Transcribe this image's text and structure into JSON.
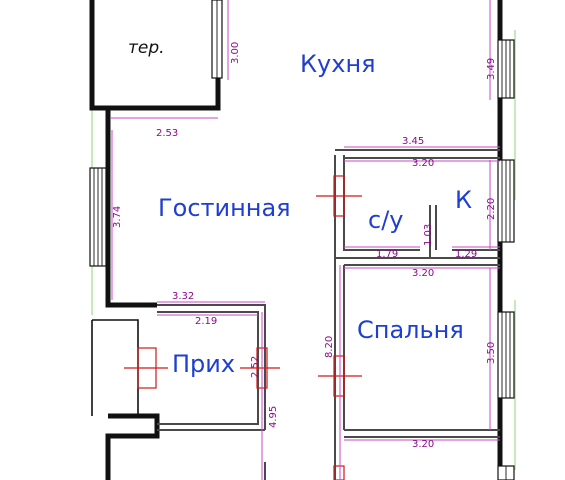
{
  "rooms": {
    "terrace": "тер.",
    "kitchen": "Кухня",
    "living": "Гостинная",
    "bathroom": "с/у",
    "k": "К",
    "hall": "Прих",
    "bedroom": "Спальня"
  },
  "dimensions": {
    "d300": "3.00",
    "d349": "3.49",
    "d253": "2.53",
    "d345": "3.45",
    "d320_bath_top": "3.20",
    "d374": "3.74",
    "d220": "2.20",
    "d103": "1.03",
    "d179": "1.79",
    "d129": "1.29",
    "d320_bed_top": "3.20",
    "d332": "3.32",
    "d219": "2.19",
    "d820": "8.20",
    "d252": "2.52",
    "d350": "3.50",
    "d495": "4.95",
    "d320_bottom": "3.20"
  },
  "colors": {
    "room_label": "#1f3fd0",
    "dimension": "#8a0a8a",
    "wall": "#111111",
    "door": "#d01818",
    "dimension_line": "#c84ac8",
    "window_edge": "#aee29a"
  }
}
